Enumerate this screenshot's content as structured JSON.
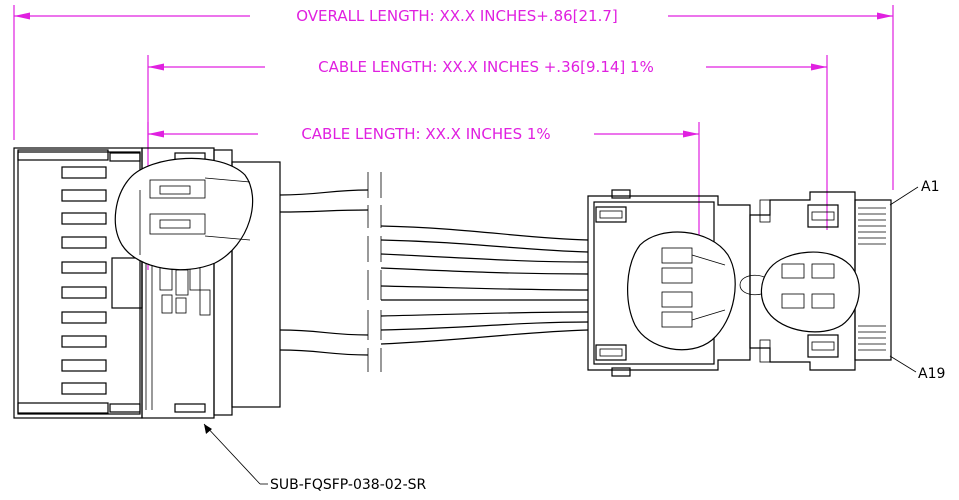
{
  "dimensions": {
    "overall_length": "OVERALL LENGTH: XX.X INCHES+.86[21.7]",
    "cable_length_plus": "CABLE LENGTH: XX.X INCHES +.36[9.14] 1%",
    "cable_length": "CABLE LENGTH: XX.X INCHES 1%"
  },
  "callouts": {
    "pin_a1": "A1",
    "pin_a19": "A19",
    "part_number": "SUB-FQSFP-038-02-SR"
  },
  "colors": {
    "dimension": "#e020e0",
    "outline": "#000000",
    "background": "#ffffff"
  }
}
